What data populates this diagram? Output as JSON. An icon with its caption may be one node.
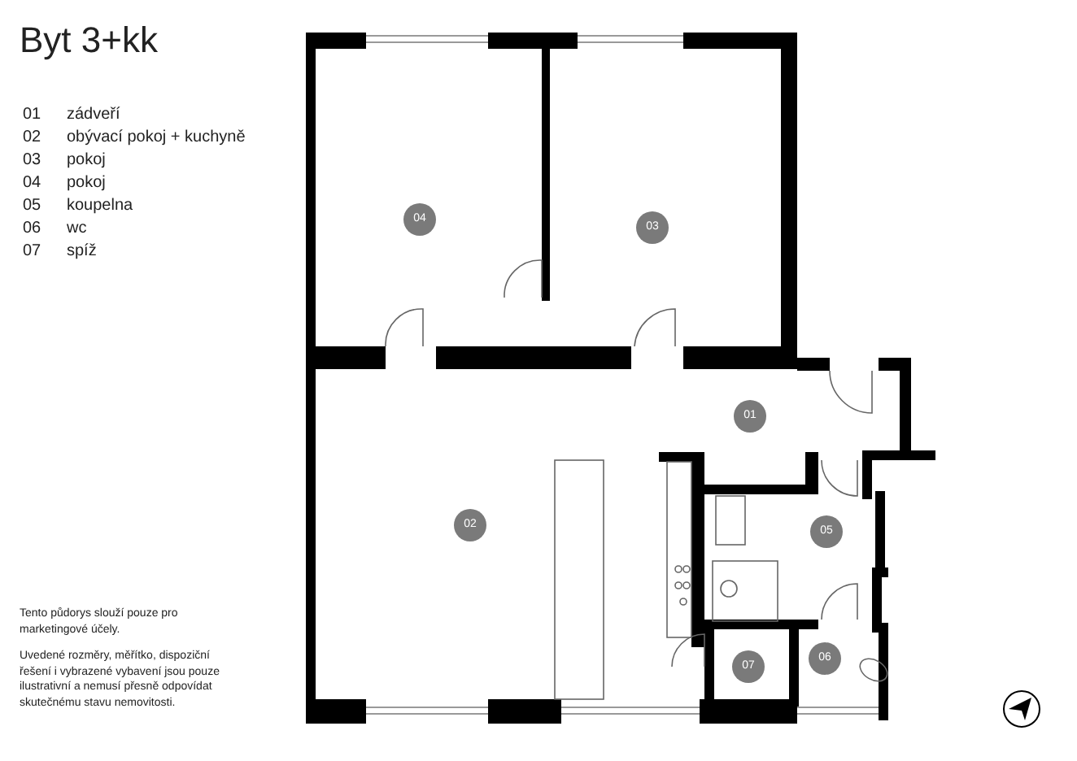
{
  "diagram": {
    "title": "Byt 3+kk",
    "nodes": [
      {
        "text": [
          "04"
        ]
      },
      {
        "text": [
          "03"
        ]
      },
      {
        "text": [
          "01"
        ]
      },
      {
        "text": [
          "02"
        ]
      },
      {
        "text": [
          "05"
        ]
      },
      {
        "text": [
          "07"
        ]
      },
      {
        "text": [
          "06"
        ]
      }
    ],
    "edges": [],
    "labels": [
      "01",
      "zádveří",
      "02",
      "obývací pokoj + kuchyně",
      "03",
      "pokoj",
      "04",
      "pokoj",
      "05",
      "koupelna",
      "06",
      "wc",
      "07",
      "spíž",
      "Tento půdorys slouží pouze pro marketingové účely.",
      "Uvedené rozměry, měřítko, dispoziční řešení i vybrazené vybavení jsou pouze ilustrativní a nemusí přesně odpovídat skutečnému stavu nemovitosti."
    ]
  }
}
